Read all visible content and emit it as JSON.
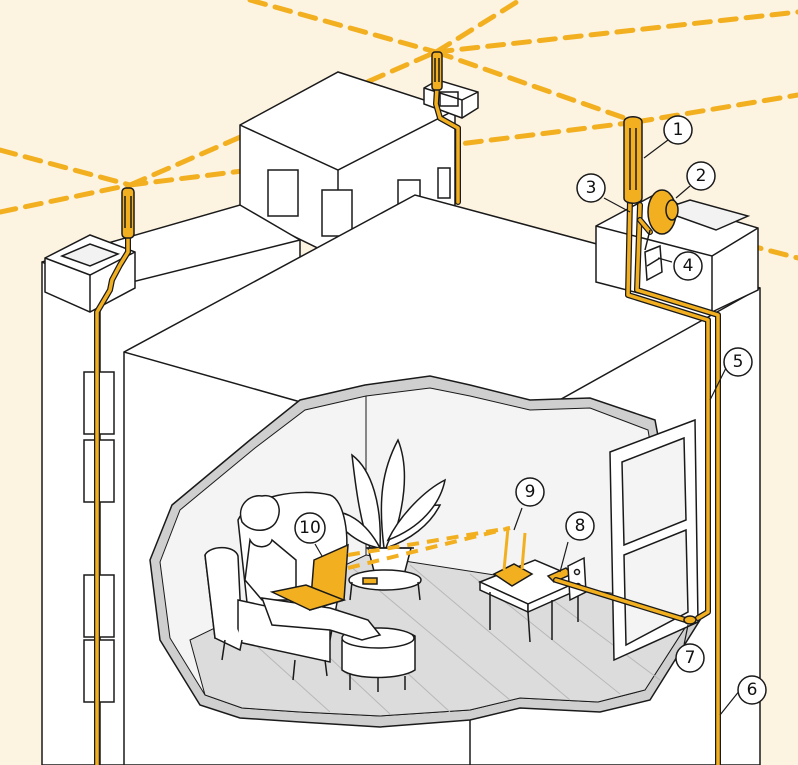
{
  "colors": {
    "background": "#fdf3e1",
    "accent": "#f2b021",
    "line": "#1a1a1a",
    "wall": "#ffffff",
    "floor": "#dcdcdc"
  },
  "callouts": [
    {
      "id": "1",
      "label": "1"
    },
    {
      "id": "2",
      "label": "2"
    },
    {
      "id": "3",
      "label": "3"
    },
    {
      "id": "4",
      "label": "4"
    },
    {
      "id": "5",
      "label": "5"
    },
    {
      "id": "6",
      "label": "6"
    },
    {
      "id": "7",
      "label": "7"
    },
    {
      "id": "8",
      "label": "8"
    },
    {
      "id": "9",
      "label": "9"
    },
    {
      "id": "10",
      "label": "10"
    }
  ]
}
